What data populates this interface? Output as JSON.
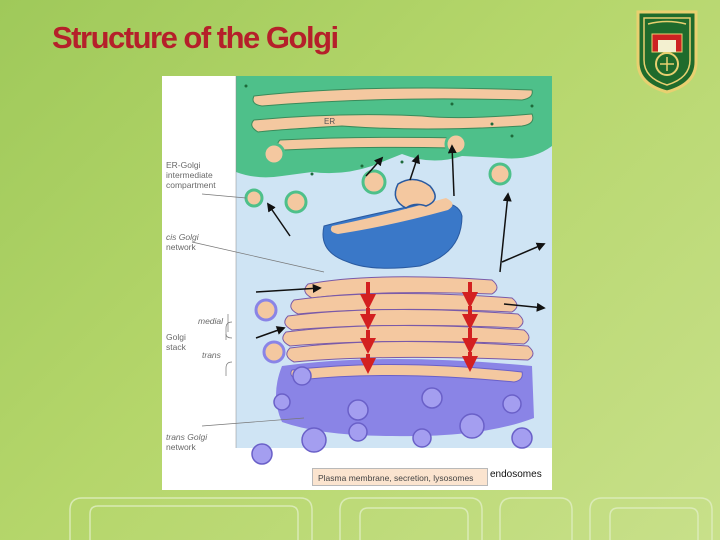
{
  "title": "Structure of the Golgi",
  "labels": {
    "er": "ER",
    "ergic_l1": "ER-Golgi",
    "ergic_l2": "intermediate",
    "ergic_l3": "compartment",
    "cis_l1": "cis Golgi",
    "cis_l2": "network",
    "medial": "medial",
    "stack_l1": "Golgi",
    "stack_l2": "stack",
    "trans": "trans",
    "tgn_l1": "trans Golgi",
    "tgn_l2": "network",
    "destinations": "Plasma membrane, secretion, lysosomes",
    "endosomes": "endosomes"
  },
  "icons": [
    "university-logo-icon"
  ],
  "colors": {
    "title": "#b5202a",
    "arrow": "#d32020",
    "er": "#4ec08a",
    "golgi_lumen": "#f4c8a0",
    "cis": "#3a78c8",
    "trans": "#8a84e6"
  }
}
